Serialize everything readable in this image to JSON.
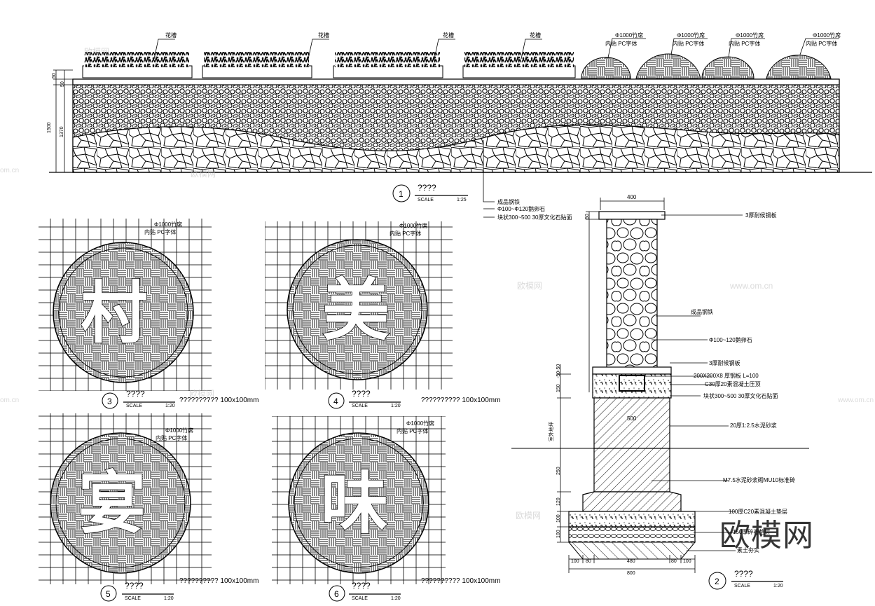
{
  "elevation": {
    "planter_label": "花槽",
    "bamboo_label_1": "Φ1000竹席",
    "bamboo_label_2": "内贴 PC字体",
    "dim_50": "50",
    "dim_1500": "1500",
    "dim_1370": "1370",
    "leader_1": "成品钢铁 ",
    "leader_2": "Φ100~Φ120鹅卵石",
    "leader_3": "块状300~500 30厚文化石贴面",
    "title_num": "1",
    "title_text": "????",
    "scale_label": "SCALE",
    "scale_value": "1:25"
  },
  "section": {
    "dim_top": "400",
    "dim_50": "50",
    "dim_50_2": "-50-50",
    "dim_150": "150",
    "dim_250": "250",
    "dim_120": "120",
    "dim_100": "100",
    "dim_480": "480",
    "dim_500": "500",
    "dim_80": "80",
    "dim_800": "800",
    "label_1": "3厚耐候钢板",
    "label_2": "成品钢铁",
    "label_3": "Φ100~120鹅卵石",
    "label_4": "3厚耐候钢板",
    "label_5": "200X200X8 厚钢板 L=100",
    "label_6": "C30厚20素混凝土压顶",
    "label_7": "块状300~500 30厚文化石贴面",
    "label_8": "20厚1:2.5水泥砂浆",
    "label_9": "M7.5水泥砂浆砌MU10标准砖",
    "label_10": "100厚C20素混凝土垫层",
    "label_11": "150厚碎石垫层",
    "label_12": "素土夯实",
    "ground_label": "室外地坪",
    "title_num": "2",
    "title_text": "????",
    "scale_label": "SCALE",
    "scale_value": "1:20"
  },
  "panels": [
    {
      "num": "3",
      "title": "????",
      "glyph": "村",
      "note": "??????????  100x100mm",
      "scale_label": "SCALE",
      "scale_value": "1:20"
    },
    {
      "num": "4",
      "title": "????",
      "glyph": "美",
      "note": "??????????  100x100mm",
      "scale_label": "SCALE",
      "scale_value": "1:20"
    },
    {
      "num": "5",
      "title": "????",
      "glyph": "宴",
      "note": "??????????  100x100mm",
      "scale_label": "SCALE",
      "scale_value": "1:20"
    },
    {
      "num": "6",
      "title": "????",
      "glyph": "味",
      "note": "??????????  100x100mm",
      "scale_label": "SCALE",
      "scale_value": "1:20"
    }
  ],
  "panel_labels": {
    "line1": "Φ1000竹席",
    "line2": "内贴 PC字体"
  },
  "watermarks": {
    "site": "欧模网",
    "url": "www.om.cn",
    "url_short": "om.cn",
    "big": "欧模网"
  }
}
